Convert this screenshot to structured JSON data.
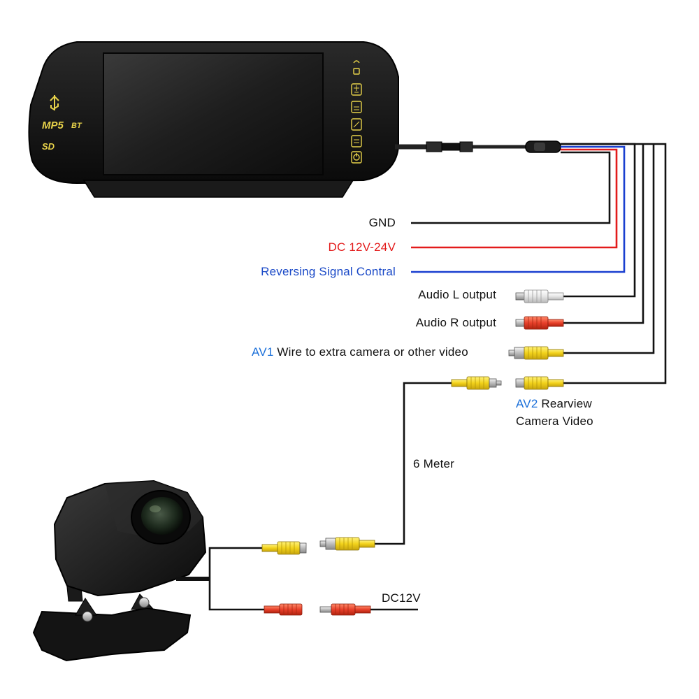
{
  "monitor": {
    "left_panel": {
      "mp5": "MP5",
      "bt": "BT"
    },
    "right_buttons": [
      "+/-",
      "M ENT",
      "^/v",
      "AV1/AV2",
      "power"
    ]
  },
  "wires": {
    "gnd": {
      "label": "GND",
      "color": "#000000"
    },
    "dc": {
      "label": "DC 12V-24V",
      "color": "#e31b1b"
    },
    "reverse": {
      "label": "Reversing Signal Contral",
      "color": "#1a3fd0"
    },
    "audio_l": {
      "label": "Audio L output",
      "plug_color": "#e6e6e6"
    },
    "audio_r": {
      "label": "Audio R output",
      "plug_color": "#e31b1b"
    },
    "av1": {
      "prefix": "AV1",
      "label": " Wire to extra camera or other video",
      "plug_color": "#f2d21b"
    },
    "av2": {
      "prefix": "AV2",
      "line1": " Rearview",
      "line2": "Camera Video",
      "plug_color": "#f2d21b"
    }
  },
  "cable_length": "6 Meter",
  "camera_power": "DC12V",
  "colors": {
    "wire_black": "#111111",
    "wire_red": "#e31b1b",
    "wire_blue": "#1a3fd0",
    "label_blue": "#1a6fd9",
    "rca_yellow": "#f2d21b",
    "rca_red": "#e8402a"
  }
}
